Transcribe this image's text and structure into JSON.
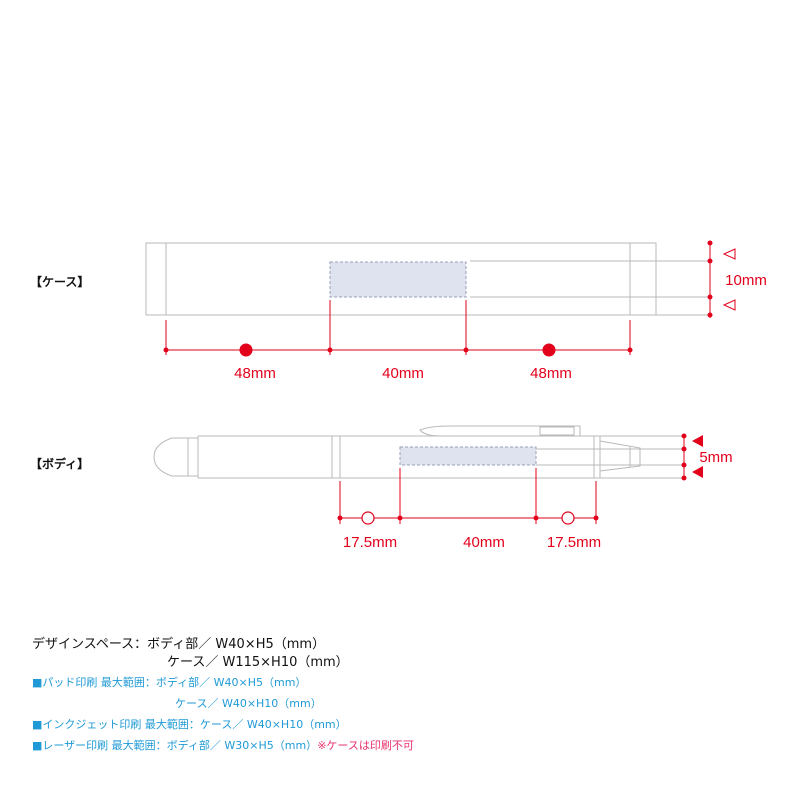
{
  "sections": {
    "case_label": "【ケース】",
    "body_label": "【ボディ】"
  },
  "case": {
    "height_dim": "10mm",
    "dims": [
      "48mm",
      "40mm",
      "48mm"
    ]
  },
  "body": {
    "height_dim": "5mm",
    "dims": [
      "17.5mm",
      "40mm",
      "17.5mm"
    ]
  },
  "notes": {
    "design_space_1": "デザインスペース：ボディ部／ W40×H5（mm）",
    "design_space_2": "ケース／ W115×H10（mm）",
    "pad_1": "■パッド印刷 最大範囲：ボディ部／ W40×H5（mm）",
    "pad_2": "ケース／ W40×H10（mm）",
    "inkjet": "■インクジェット印刷 最大範囲：ケース／ W40×H10（mm）",
    "laser": "■レーザー印刷 最大範囲：ボディ部／ W30×H5（mm）",
    "laser_warning": "※ケースは印刷不可"
  },
  "colors": {
    "dimension": "#e3001b",
    "print_area_fill": "#dfe3f0",
    "print_area_stroke": "#9aa2b8",
    "outline": "#b9b9b9",
    "note_blue": "#1f9ad6",
    "note_pink": "#e8336b"
  }
}
